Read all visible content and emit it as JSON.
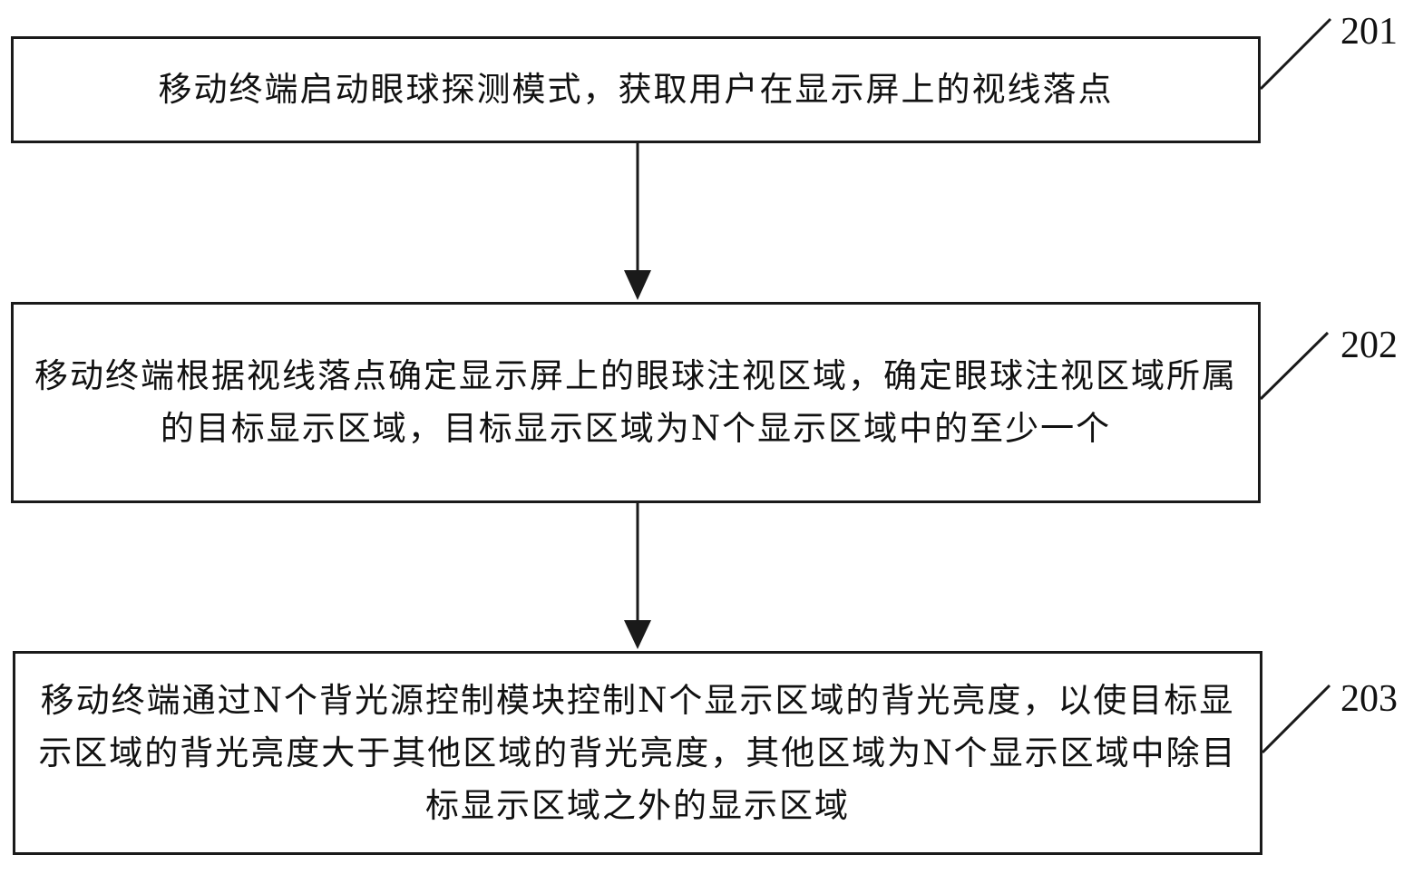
{
  "flowchart": {
    "steps": [
      {
        "number": "201",
        "text": "移动终端启动眼球探测模式，获取用户在显示屏上的视线落点"
      },
      {
        "number": "202",
        "text": "移动终端根据视线落点确定显示屏上的眼球注视区域，确定眼球注视区域所属的目标显示区域，目标显示区域为N个显示区域中的至少一个"
      },
      {
        "number": "203",
        "text": "移动终端通过N个背光源控制模块控制N个显示区域的背光亮度，以使目标显示区域的背光亮度大于其他区域的背光亮度，其他区域为N个显示区域中除目标显示区域之外的显示区域"
      }
    ]
  }
}
